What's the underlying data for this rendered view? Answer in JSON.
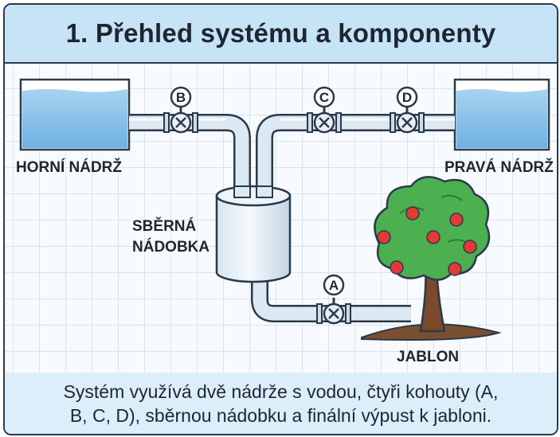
{
  "title": "1. Přehled systému a komponenty",
  "labels": {
    "upper_tank": "HORNÍ NÁDRŽ",
    "right_tank": "PRAVÁ NÁDRŽ",
    "collector_line1": "SBĚRNÁ",
    "collector_line2": "NÁDOBKA",
    "tree": "JABLON"
  },
  "valves": {
    "a": "A",
    "b": "B",
    "c": "C",
    "d": "D"
  },
  "caption": {
    "line1": "Systém využívá dvě nádrže s vodou, čtyři kohouty (A,",
    "line2": "B, C, D), sběrnou nádobku a finální výpust k jabloni."
  },
  "colors": {
    "outline": "#2b3a4a",
    "title_bg": "#c7e3f6",
    "water": "#8cc4ea",
    "pipe": "#d8e6f0",
    "tree_foliage": "#4caf50",
    "apple": "#e53935",
    "trunk": "#7a4a2a"
  }
}
